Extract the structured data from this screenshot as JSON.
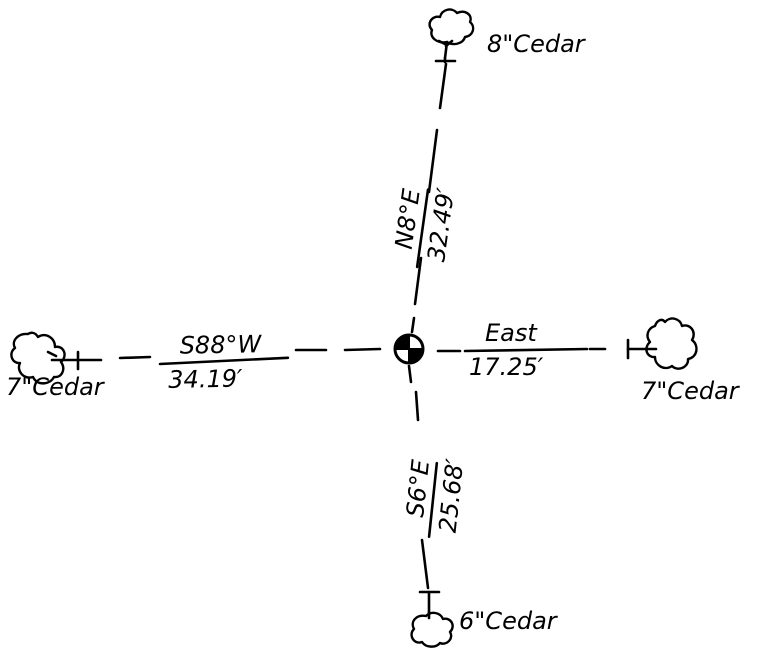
{
  "reference_point": {
    "icon": "survey-benchmark-icon"
  },
  "ties": [
    {
      "id": "north",
      "tree": "8\"Cedar",
      "bearing": "N8°E",
      "distance": "32.49′"
    },
    {
      "id": "east",
      "tree": "7\"Cedar",
      "bearing": "East",
      "distance": "17.25′"
    },
    {
      "id": "south",
      "tree": "6\"Cedar",
      "bearing": "S6°E",
      "distance": "25.68′"
    },
    {
      "id": "west",
      "tree": "7\"Cedar",
      "bearing": "S88°W",
      "distance": "34.19′"
    }
  ],
  "colors": {
    "ink": "#000000",
    "paper": "#ffffff"
  }
}
